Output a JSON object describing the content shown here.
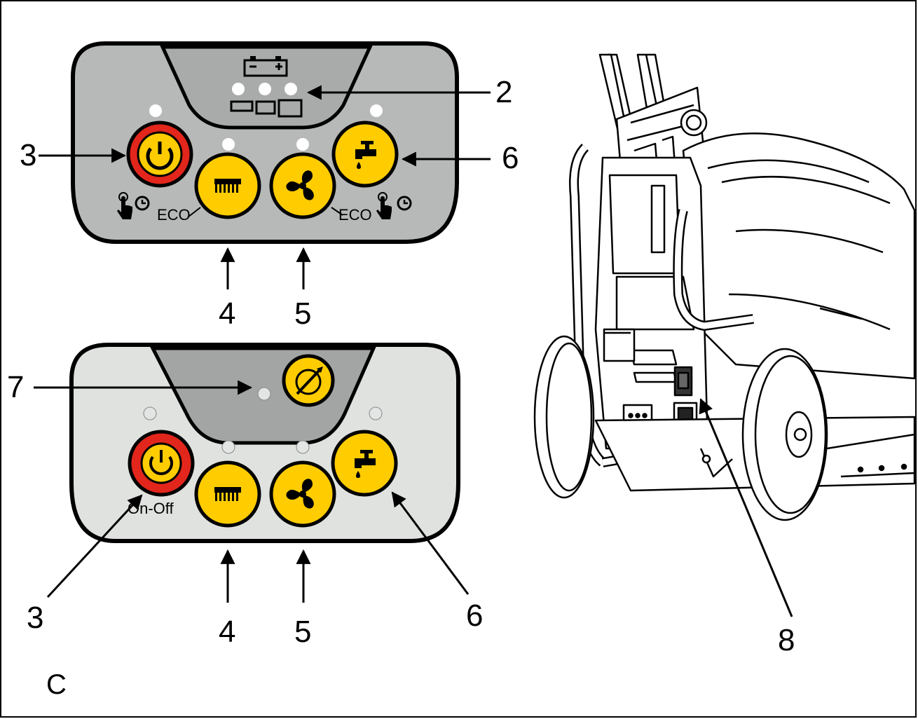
{
  "figure_label": "C",
  "colors": {
    "panel_top_fill": "#b7b9b9",
    "panel_top_window": "#a9abab",
    "panel_bottom_fill": "#dfe2de",
    "panel_bottom_window": "#a3a5a5",
    "button_yellow": "#ffcc00",
    "button_red": "#e2261c",
    "outline": "#000000"
  },
  "top_panel": {
    "eco_left": "ECO",
    "eco_right": "ECO",
    "buttons": [
      {
        "name": "power",
        "icon": "power-icon"
      },
      {
        "name": "brush",
        "icon": "brush-icon"
      },
      {
        "name": "vacuum",
        "icon": "fan-icon"
      },
      {
        "name": "water",
        "icon": "tap-icon"
      }
    ],
    "battery_leds": 3
  },
  "bottom_panel": {
    "on_off_label": "On-Off",
    "buttons": [
      {
        "name": "power",
        "icon": "power-icon"
      },
      {
        "name": "brush",
        "icon": "brush-icon"
      },
      {
        "name": "vacuum",
        "icon": "fan-icon"
      },
      {
        "name": "water",
        "icon": "tap-icon"
      },
      {
        "name": "speed",
        "icon": "speed-icon"
      }
    ]
  },
  "callouts": {
    "top": [
      "2",
      "3",
      "4",
      "5",
      "6"
    ],
    "bottom": [
      "7",
      "3",
      "4",
      "5",
      "6"
    ],
    "machine": [
      "8"
    ]
  }
}
